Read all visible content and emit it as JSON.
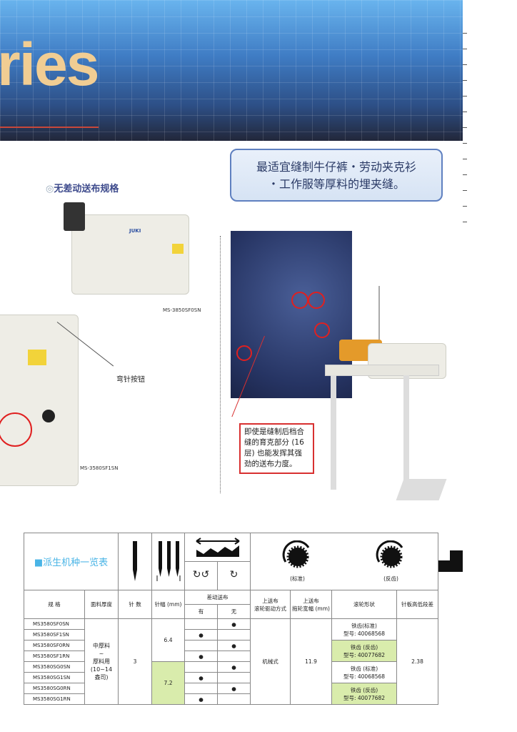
{
  "banner": {
    "title_fragment": "ries"
  },
  "callout": {
    "line1": "最适宜缝制牛仔裤・劳动夹克衫",
    "line2": "・工作服等厚料的埋夹缝。"
  },
  "section": {
    "bullet": "◎",
    "heading": "无差动送布规格"
  },
  "machines": {
    "label1": "MS-3850SF0SN",
    "label2": "MS-3580SF1SN",
    "button_label": "弯针按钮",
    "brand": "JUKI"
  },
  "red_note": "即使是缝制后档合缝的育克部分 (16层) 也能发挥其强劲的送布力度。",
  "table": {
    "title": "■派生机种一览表",
    "icon_labels": {
      "standard": "(标准)",
      "reverse": "(反齿)"
    },
    "headers": {
      "model": "规 格",
      "fabric": "面料厚度",
      "needles": "针 数",
      "width": "针幅 (mm)",
      "diff": "差动送布",
      "diff_yes": "有",
      "diff_no": "无",
      "drive1": "上送布",
      "drive2": "滚轮驱动方式",
      "roller1": "上送布",
      "roller2": "拖轮宽幅 (mm)",
      "shape": "滚轮形状",
      "step": "针板高低段差"
    },
    "rows": [
      {
        "model": "MS3580SF0SN",
        "yes": "",
        "no": "●"
      },
      {
        "model": "MS3580SF1SN",
        "yes": "●",
        "no": ""
      },
      {
        "model": "MS3580SF0RN",
        "yes": "",
        "no": "●"
      },
      {
        "model": "MS3580SF1RN",
        "yes": "●",
        "no": ""
      },
      {
        "model": "MS3580SG0SN",
        "yes": "",
        "no": "●"
      },
      {
        "model": "MS3580SG1SN",
        "yes": "●",
        "no": ""
      },
      {
        "model": "MS3580SG0RN",
        "yes": "",
        "no": "●"
      },
      {
        "model": "MS3580SG1RN",
        "yes": "●",
        "no": ""
      }
    ],
    "fabric": {
      "l1": "中厚料",
      "l2": "~",
      "l3": "厚料用",
      "l4": "(10~14",
      "l5": "盎司)"
    },
    "needles": "3",
    "width_a": "6.4",
    "width_b": "7.2",
    "drive": "机械式",
    "roller_width": "11.9",
    "step": "2.38",
    "shapes": [
      {
        "l1": "铁齿(标准)",
        "l2": "型号: 40068568"
      },
      {
        "l1": "铁齿 (反齿)",
        "l2": "型号: 40077682"
      },
      {
        "l1": "铁齿 (标准)",
        "l2": "型号: 40068568"
      },
      {
        "l1": "铁齿 (反齿)",
        "l2": "型号: 40077682"
      }
    ]
  }
}
